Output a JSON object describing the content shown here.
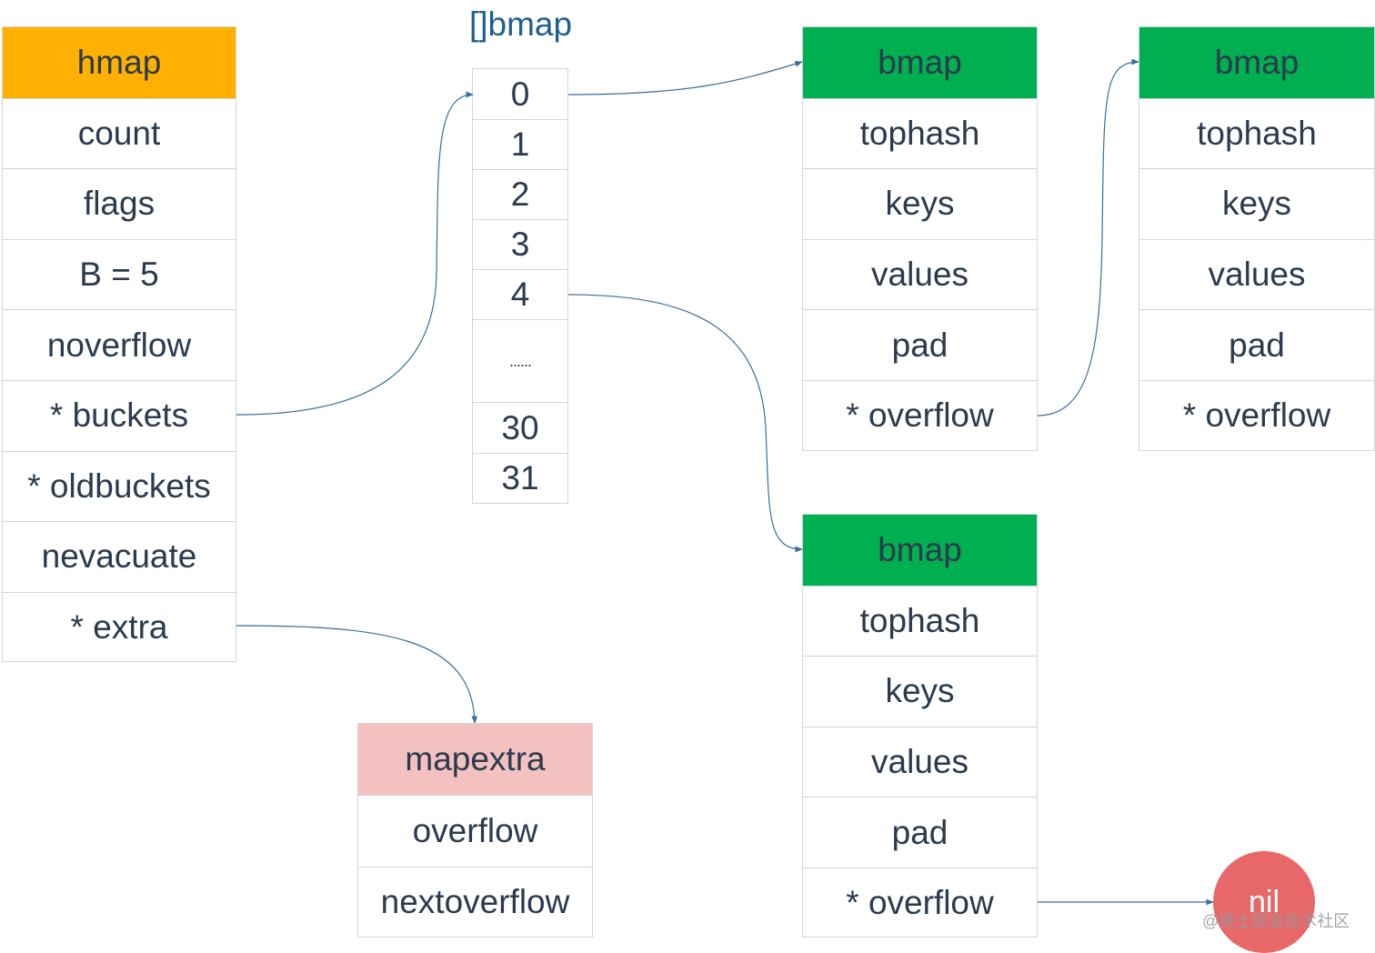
{
  "hmap": {
    "title": "hmap",
    "fields": [
      "count",
      "flags",
      "B = 5",
      "noverflow",
      "* buckets",
      "* oldbuckets",
      "nevacuate",
      "* extra"
    ]
  },
  "bucket_array": {
    "title": "[]bmap",
    "indices": [
      "0",
      "1",
      "2",
      "3",
      "4",
      "......",
      "30",
      "31"
    ]
  },
  "bmap_bucket0": {
    "title": "bmap",
    "fields": [
      "tophash",
      "keys",
      "values",
      "pad",
      "* overflow"
    ]
  },
  "bmap_overflow": {
    "title": "bmap",
    "fields": [
      "tophash",
      "keys",
      "values",
      "pad",
      "* overflow"
    ]
  },
  "bmap_bucket4": {
    "title": "bmap",
    "fields": [
      "tophash",
      "keys",
      "values",
      "pad",
      "* overflow"
    ]
  },
  "mapextra": {
    "title": "mapextra",
    "fields": [
      "overflow",
      "nextoverflow"
    ]
  },
  "nil_node": {
    "label": "nil"
  },
  "watermark": "@稀土掘金技术社区",
  "colors": {
    "hmap_header": "#ffb000",
    "bmap_header": "#00b050",
    "mapextra_header": "#f4c1c1",
    "nil": "#e8686a",
    "arrow": "#3a6d99"
  }
}
